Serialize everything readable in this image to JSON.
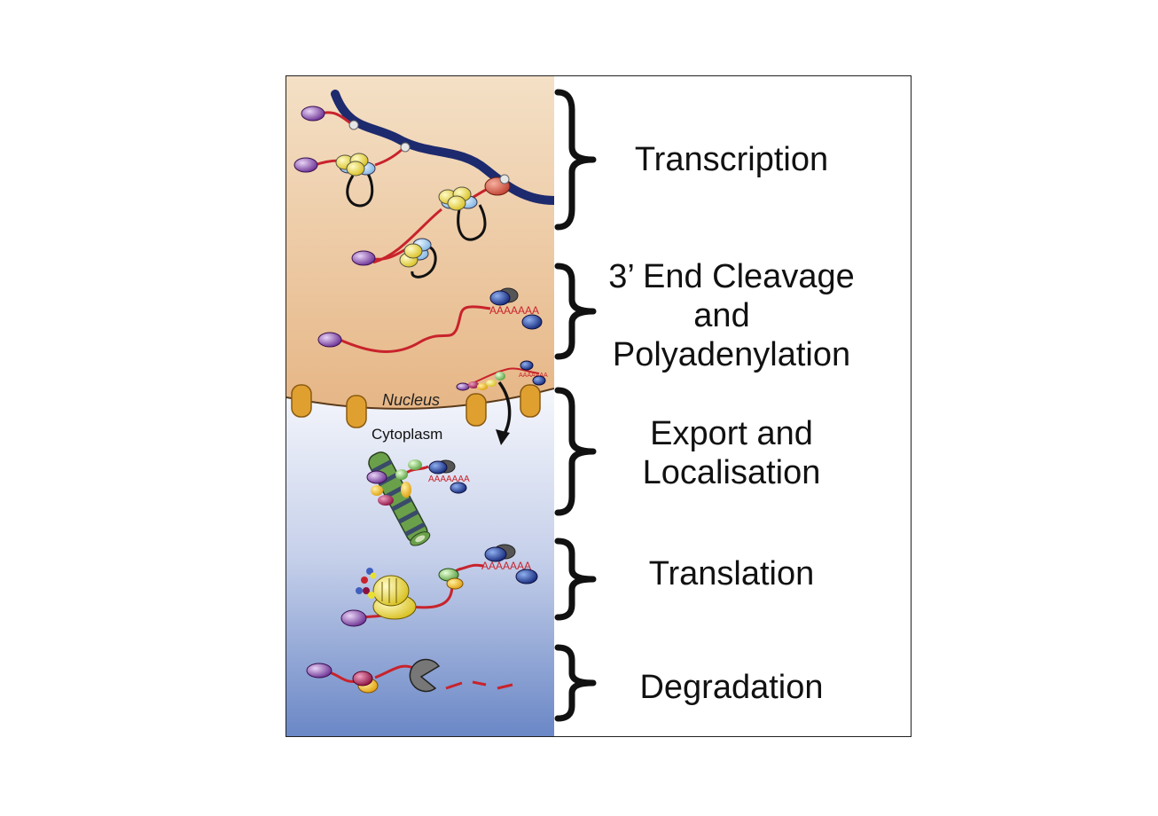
{
  "colors": {
    "nucleus_top": "#f2dcc0",
    "nucleus_bottom": "#e8b98a",
    "cytoplasm_top": "#f6f8fc",
    "cytoplasm_bottom": "#6d89c8",
    "mrna": "#c8232c",
    "dna": "#1d2a6e",
    "pore": "#e0a030",
    "cap": "#8a4fb0",
    "pabp": "#2040a0"
  },
  "diagram": {
    "nucleus_label": "Nucleus",
    "cytoplasm_label": "Cytoplasm",
    "polya_tail": "AAAAAAA",
    "polya_tail_short": "AAAAAAA"
  },
  "stages": [
    {
      "label": "Transcription"
    },
    {
      "label": "3’ End Cleavage and Polyadenylation",
      "lines": [
        "3’ End Cleavage",
        "and",
        "Polyadenylation"
      ]
    },
    {
      "label": "Export and Localisation",
      "lines": [
        "Export and",
        "Localisation"
      ]
    },
    {
      "label": "Translation"
    },
    {
      "label": "Degradation"
    }
  ]
}
